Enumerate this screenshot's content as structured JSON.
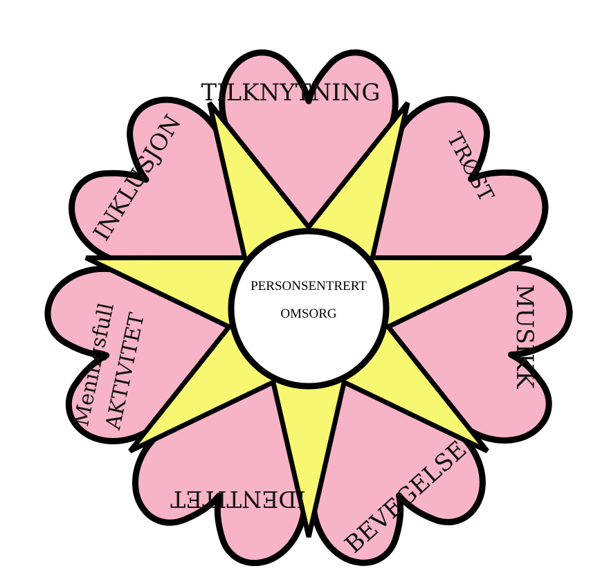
{
  "center": {
    "line1": "PERSONSENTRERT",
    "line2": "OMSORG"
  },
  "petals": [
    {
      "id": "tilknytning",
      "lines": [
        "TILKNYTNING"
      ]
    },
    {
      "id": "trost",
      "lines": [
        "TRØST"
      ]
    },
    {
      "id": "musikk",
      "lines": [
        "MUSIKK"
      ]
    },
    {
      "id": "bevegelse",
      "lines": [
        "BEVEGELSE"
      ]
    },
    {
      "id": "identitet",
      "lines": [
        "IDENTITET"
      ]
    },
    {
      "id": "meningsfull-aktivitet",
      "lines": [
        "Meningsfull",
        "AKTIVITET"
      ]
    },
    {
      "id": "inklusjon",
      "lines": [
        "INKLUSJON"
      ]
    }
  ],
  "colors": {
    "petal_fill": "#F7B4C6",
    "star_fill": "#F7F771",
    "outline": "#000000",
    "center_fill": "#FFFFFF"
  }
}
